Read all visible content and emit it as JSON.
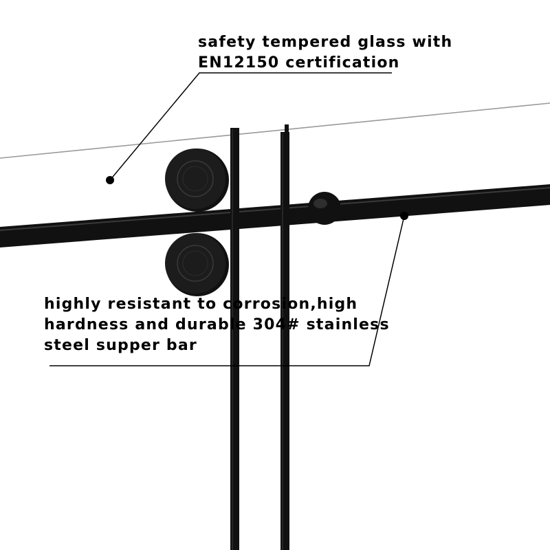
{
  "callouts": {
    "glass": {
      "line1": "safety tempered glass with",
      "line2": "EN12150 certification"
    },
    "bar": {
      "line1": "highly resistant to corrosion,high",
      "line2": "hardness and durable 304# stainless",
      "line3": "steel supper bar"
    }
  },
  "colors": {
    "background": "#ffffff",
    "hardware": "#111111",
    "glass_edge": "#999999",
    "text": "#000000"
  }
}
